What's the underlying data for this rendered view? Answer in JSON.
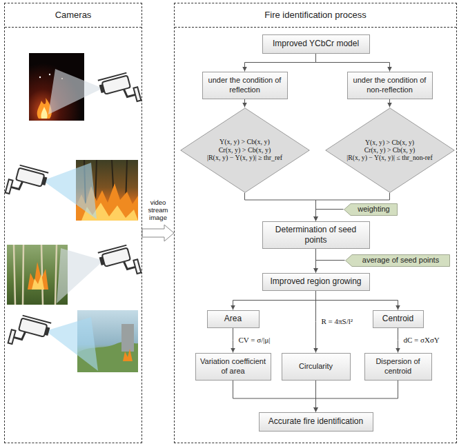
{
  "diagram": {
    "nodes": [
      {
        "text": [
          "Cameras"
        ]
      },
      {
        "text": [
          "Fire identification process"
        ]
      },
      {
        "text": [
          "Improved YCbCr model"
        ],
        "in": 1
      },
      {
        "text": [
          "under the condition of reflection"
        ],
        "in": 1
      },
      {
        "text": [
          "under the condition of non-reflection"
        ],
        "in": 1
      },
      {
        "text": [
          "Y(x, y) > Cb(x, y)",
          "Cr(x, y) > Cb(x, y)",
          "|R(x, y) − Y(x, y)| ≥ thr_ref"
        ],
        "in": 1
      },
      {
        "text": [
          "Y(x, y) > Cb(x, y)",
          "Cr(x, y) > Cb(x, y)",
          "|R(x, y) − Y(x, y)| ≤ thr_non-ref"
        ],
        "in": 1
      },
      {
        "text": [
          "weighting"
        ],
        "in": 1
      },
      {
        "text": [
          "Determination of seed points"
        ],
        "in": 1
      },
      {
        "text": [
          "average of seed points"
        ],
        "in": 1
      },
      {
        "text": [
          "Improved region growing"
        ],
        "in": 1
      },
      {
        "text": [
          "Area"
        ],
        "in": 1
      },
      {
        "text": [
          "Centroid"
        ],
        "in": 1
      },
      {
        "text": [
          "Variation coefficient of area"
        ],
        "in": 1
      },
      {
        "text": [
          "Circularity"
        ],
        "in": 1
      },
      {
        "text": [
          "Dispersion of centroid"
        ],
        "in": 1
      },
      {
        "text": [
          "Accurate fire identification"
        ],
        "in": 1
      }
    ],
    "edges": [
      {
        "from": 0,
        "to": 1,
        "arrow": "to",
        "label": "video stream image"
      },
      {
        "from": 2,
        "to": 3,
        "arrow": "to"
      },
      {
        "from": 2,
        "to": 4,
        "arrow": "to"
      },
      {
        "from": 3,
        "to": 5,
        "arrow": "to"
      },
      {
        "from": 4,
        "to": 6,
        "arrow": "to"
      },
      {
        "from": 5,
        "to": 8,
        "arrow": "to"
      },
      {
        "from": 6,
        "to": 8,
        "arrow": "to"
      },
      {
        "from": 7,
        "to": 8,
        "arrow": "to"
      },
      {
        "from": 8,
        "to": 10,
        "arrow": "to"
      },
      {
        "from": 9,
        "to": 10,
        "arrow": "to"
      },
      {
        "from": 10,
        "to": 11,
        "arrow": "to"
      },
      {
        "from": 10,
        "to": 14,
        "arrow": "to",
        "label": "R = 4πS/l²"
      },
      {
        "from": 10,
        "to": 12,
        "arrow": "to"
      },
      {
        "from": 11,
        "to": 13,
        "arrow": "to",
        "label": "CV = σ/|μ|"
      },
      {
        "from": 12,
        "to": 15,
        "arrow": "to",
        "label": "dC = σXσY"
      },
      {
        "from": 13,
        "to": 16,
        "arrow": "to"
      },
      {
        "from": 14,
        "to": 16,
        "arrow": "to"
      },
      {
        "from": 15,
        "to": 16,
        "arrow": "to"
      }
    ]
  }
}
